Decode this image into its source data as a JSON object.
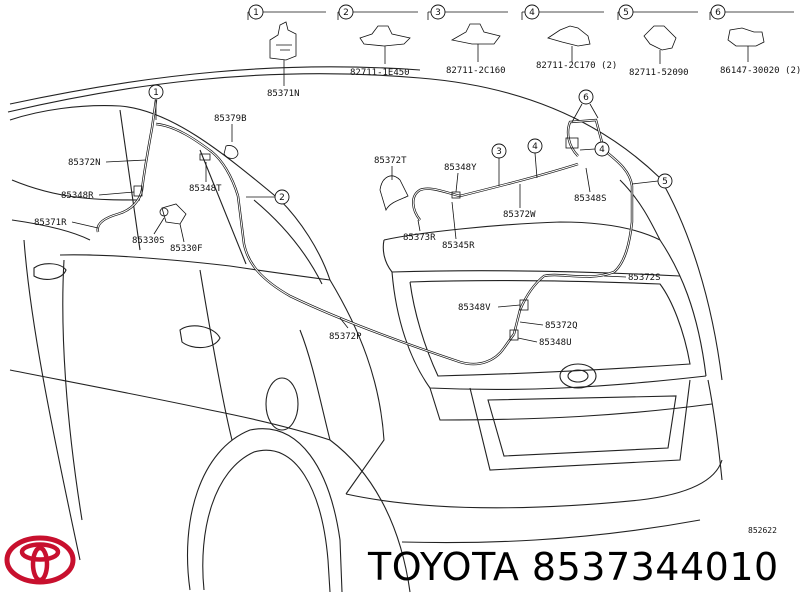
{
  "legend": [
    {
      "num": "1",
      "part": "85371N"
    },
    {
      "num": "2",
      "part": "82711-1E450"
    },
    {
      "num": "3",
      "part": "82711-2C160"
    },
    {
      "num": "4",
      "part": "82711-2C170 (2)"
    },
    {
      "num": "5",
      "part": "82711-52090"
    },
    {
      "num": "6",
      "part": "86147-30020 (2)"
    }
  ],
  "callouts": {
    "c1": "1",
    "c2": "2",
    "c3": "3",
    "c4": "4",
    "c5": "5",
    "c6": "6"
  },
  "labels": {
    "p85379B": "85379B",
    "p85372N": "85372N",
    "p85348T": "85348T",
    "p85348R": "85348R",
    "p85371R": "85371R",
    "p85330S": "85330S",
    "p85330F": "85330F",
    "p85372T": "85372T",
    "p85348Y": "85348Y",
    "p85372W": "85372W",
    "p85348S": "85348S",
    "p85373R": "85373R",
    "p85345R": "85345R",
    "p85372S": "85372S",
    "p85348V": "85348V",
    "p85372Q": "85372Q",
    "p85348U": "85348U",
    "p85372P": "85372P"
  },
  "figure_code": "852622",
  "brand": {
    "logo": "toyota-logo",
    "caption": "TOYOTA 8537344010",
    "logo_color": "#c8102e"
  }
}
